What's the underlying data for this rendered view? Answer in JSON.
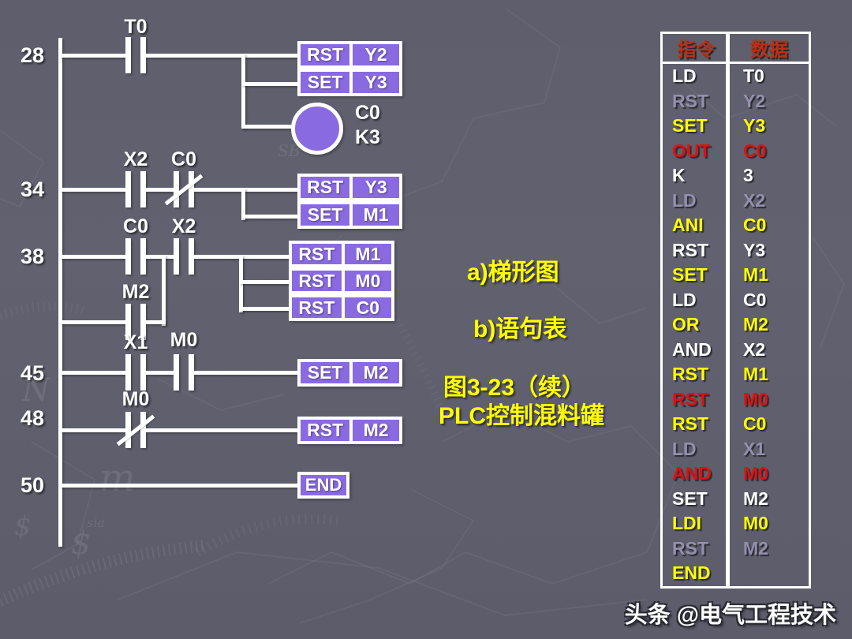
{
  "colors": {
    "background": "#5f5f6d",
    "element_purple": "#8a6ae1",
    "wire_white": "#ffffff",
    "caption_yellow": "#ffff00",
    "table_header_red": "#bb2f12",
    "table_red": "#e01010",
    "table_muted_purple": "#958fae",
    "table_white": "#ffffff"
  },
  "ladder": {
    "rungs": {
      "r28": {
        "step": "28",
        "contacts": [
          {
            "label": "T0",
            "type": "normally-open"
          }
        ],
        "boxes": [
          {
            "op": "RST",
            "operand": "Y2"
          },
          {
            "op": "SET",
            "operand": "Y3"
          }
        ],
        "coil": {
          "operand": "C0",
          "preset": "K3"
        }
      },
      "r34": {
        "step": "34",
        "contacts": [
          {
            "label": "X2",
            "type": "normally-open"
          },
          {
            "label": "C0",
            "type": "normally-closed"
          }
        ],
        "boxes": [
          {
            "op": "RST",
            "operand": "Y3"
          },
          {
            "op": "SET",
            "operand": "M1"
          }
        ]
      },
      "r38": {
        "step": "38",
        "contacts": [
          {
            "label": "C0",
            "type": "normally-open"
          },
          {
            "label": "X2",
            "type": "normally-open"
          }
        ],
        "parallel_contact": {
          "label": "M2",
          "type": "normally-open"
        },
        "boxes": [
          {
            "op": "RST",
            "operand": "M1"
          },
          {
            "op": "RST",
            "operand": "M0"
          },
          {
            "op": "RST",
            "operand": "C0"
          }
        ]
      },
      "r45": {
        "step": "45",
        "contacts": [
          {
            "label": "X1",
            "type": "normally-open"
          },
          {
            "label": "M0",
            "type": "normally-open"
          }
        ],
        "boxes": [
          {
            "op": "SET",
            "operand": "M2"
          }
        ]
      },
      "r48": {
        "step": "48",
        "contacts": [
          {
            "label": "M0",
            "type": "normally-closed"
          }
        ],
        "boxes": [
          {
            "op": "RST",
            "operand": "M2"
          }
        ]
      },
      "r50": {
        "step": "50",
        "end_label": "END"
      }
    }
  },
  "captions": {
    "ladder_label": "a)梯形图",
    "statement_label": "b)语句表",
    "figure_title_line1": "图3-23（续）",
    "figure_title_line2": "PLC控制混料罐"
  },
  "table": {
    "headers": {
      "instruction": "指令",
      "data": "数据"
    },
    "rows": [
      {
        "instruction": "LD",
        "operand": "T0",
        "color": "white"
      },
      {
        "instruction": "RST",
        "operand": "Y2",
        "color": "muted"
      },
      {
        "instruction": "SET",
        "operand": "Y3",
        "color": "yellow"
      },
      {
        "instruction": "OUT",
        "operand": "C0",
        "color": "red"
      },
      {
        "instruction": "K",
        "operand": "3",
        "color": "white"
      },
      {
        "instruction": "LD",
        "operand": "X2",
        "color": "muted"
      },
      {
        "instruction": "ANI",
        "operand": "C0",
        "color": "yellow"
      },
      {
        "instruction": "RST",
        "operand": "Y3",
        "color": "white"
      },
      {
        "instruction": "SET",
        "operand": "M1",
        "color": "yellow"
      },
      {
        "instruction": "LD",
        "operand": "C0",
        "color": "white"
      },
      {
        "instruction": "OR",
        "operand": "M2",
        "color": "yellow"
      },
      {
        "instruction": "AND",
        "operand": "X2",
        "color": "white"
      },
      {
        "instruction": "RST",
        "operand": "M1",
        "color": "yellow"
      },
      {
        "instruction": "RST",
        "operand": "M0",
        "color": "red"
      },
      {
        "instruction": "RST",
        "operand": "C0",
        "color": "yellow"
      },
      {
        "instruction": "LD",
        "operand": "X1",
        "color": "muted"
      },
      {
        "instruction": "AND",
        "operand": "M0",
        "color": "red"
      },
      {
        "instruction": "SET",
        "operand": "M2",
        "color": "white"
      },
      {
        "instruction": "LDI",
        "operand": "M0",
        "color": "yellow"
      },
      {
        "instruction": "RST",
        "operand": "M2",
        "color": "muted"
      },
      {
        "instruction": "END",
        "operand": "",
        "color": "yellow"
      }
    ]
  },
  "watermark": {
    "brand": "头条",
    "account": "@电气工程技术"
  }
}
